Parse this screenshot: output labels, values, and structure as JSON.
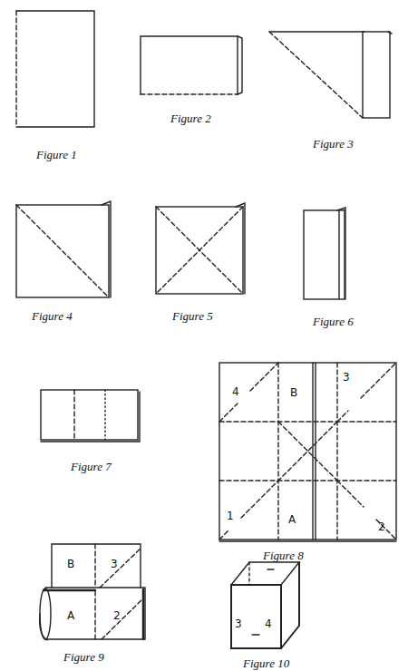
{
  "diagram": {
    "labels": [
      "Figure 1",
      "Figure 2",
      "Figure 3",
      "Figure 4",
      "Figure 5",
      "Figure 6",
      "Figure 7",
      "Figure 8",
      "Figure 9",
      "Figure 10",
      "4",
      "B",
      "3",
      "1",
      "A",
      "2",
      "B",
      "3",
      "A",
      "2",
      "3",
      "4"
    ]
  }
}
